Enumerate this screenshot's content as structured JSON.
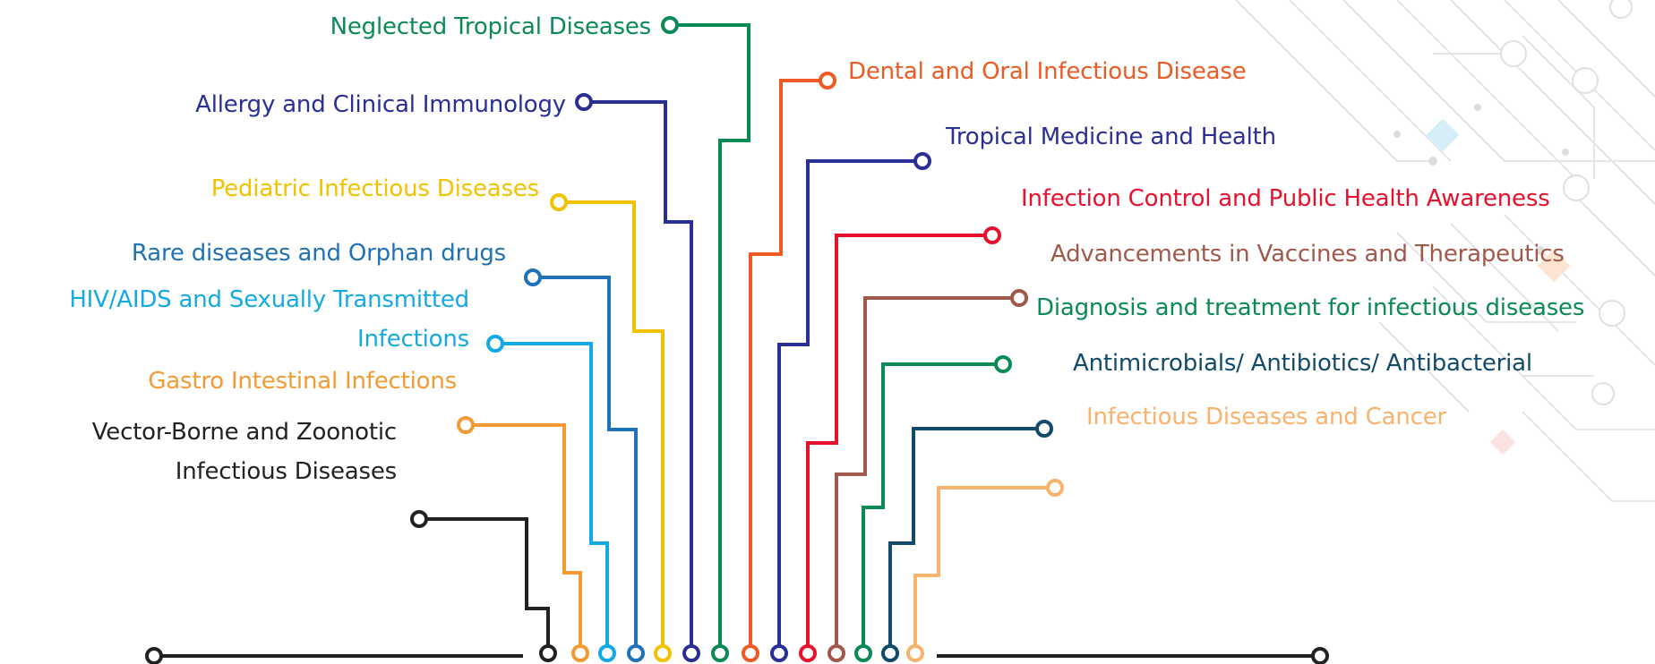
{
  "topics": [
    {
      "id": "neglected",
      "label": "Neglected Tropical Diseases",
      "color": "#0a8a55"
    },
    {
      "id": "allergy",
      "label": "Allergy and Clinical Immunology",
      "color": "#2a2f96"
    },
    {
      "id": "pediatric",
      "label": "Pediatric Infectious Diseases",
      "color": "#f2c200"
    },
    {
      "id": "rare",
      "label": "Rare diseases and Orphan drugs",
      "color": "#1f72b8"
    },
    {
      "id": "hiv",
      "label_lines": [
        "HIV/AIDS and Sexually Transmitted",
        "Infections"
      ],
      "color": "#13a9e3"
    },
    {
      "id": "gastro",
      "label": "Gastro Intestinal Infections",
      "color": "#f39a34"
    },
    {
      "id": "vector",
      "label_lines": [
        "Vector-Borne and Zoonotic",
        "Infectious Diseases"
      ],
      "color": "#222222"
    },
    {
      "id": "dental",
      "label": "Dental and Oral Infectious Disease",
      "color": "#ee5a24"
    },
    {
      "id": "tropical",
      "label": "Tropical Medicine and Health",
      "color": "#2a2f96"
    },
    {
      "id": "infection-control",
      "label": "Infection Control and Public Health Awareness",
      "color": "#e8112d"
    },
    {
      "id": "vaccines",
      "label": "Advancements in Vaccines and Therapeutics",
      "color": "#a0584a"
    },
    {
      "id": "diagnosis",
      "label": "Diagnosis and treatment for infectious diseases",
      "color": "#0a8a55"
    },
    {
      "id": "antimicrobials",
      "label": "Antimicrobials/ Antibiotics/ Antibacterial",
      "color": "#114a6b"
    },
    {
      "id": "cancer",
      "label": "Infectious Diseases and Cancer",
      "color": "#f7b26d"
    }
  ],
  "baseline_color": "#222222"
}
